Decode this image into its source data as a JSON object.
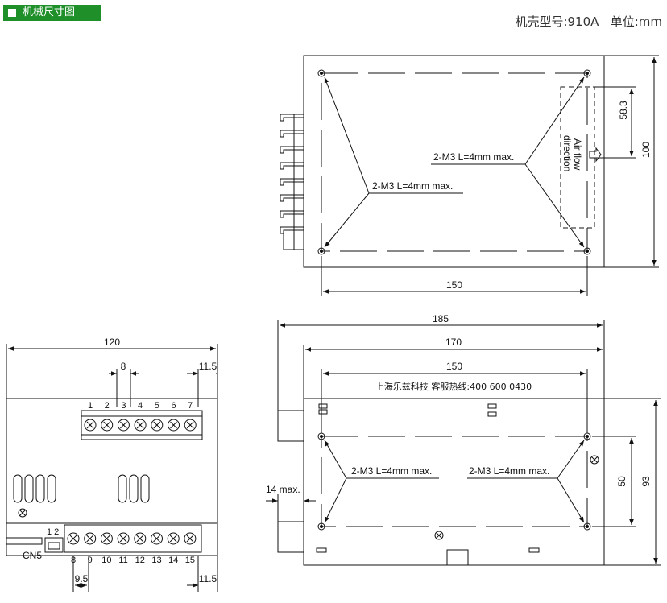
{
  "header": {
    "title": "机械尺寸图",
    "model_label": "机壳型号:910A",
    "unit_label": "单位:mm"
  },
  "top_view": {
    "callout_left": "2-M3 L=4mm max.",
    "callout_right": "2-M3 L=4mm max.",
    "airflow_line1": "Air flow",
    "airflow_line2": "direction",
    "dim_width": "150",
    "dim_side_small": "58.3",
    "dim_side_large": "100"
  },
  "front_view": {
    "dim_width": "120",
    "dim_pitch": "8",
    "dim_edge_top": "11.5",
    "dim_pitch_bottom": "9.5",
    "dim_edge_bottom": "11.5",
    "terminals_top": [
      "1",
      "2",
      "3",
      "4",
      "5",
      "6",
      "7"
    ],
    "terminals_bottom": [
      "8",
      "9",
      "10",
      "11",
      "12",
      "13",
      "14",
      "15"
    ],
    "cn5_pins": "1 2",
    "cn5_label": "CN5"
  },
  "bottom_view": {
    "dim_185": "185",
    "dim_170": "170",
    "dim_150": "150",
    "company_line": "上海乐兹科技 客服热线:400 600 0430",
    "callout_left": "2-M3 L=4mm max.",
    "callout_right": "2-M3 L=4mm max.",
    "dim_14": "14 max.",
    "dim_50": "50",
    "dim_93": "93"
  },
  "colors": {
    "badge": "#1f8f2a",
    "line": "#111111"
  }
}
